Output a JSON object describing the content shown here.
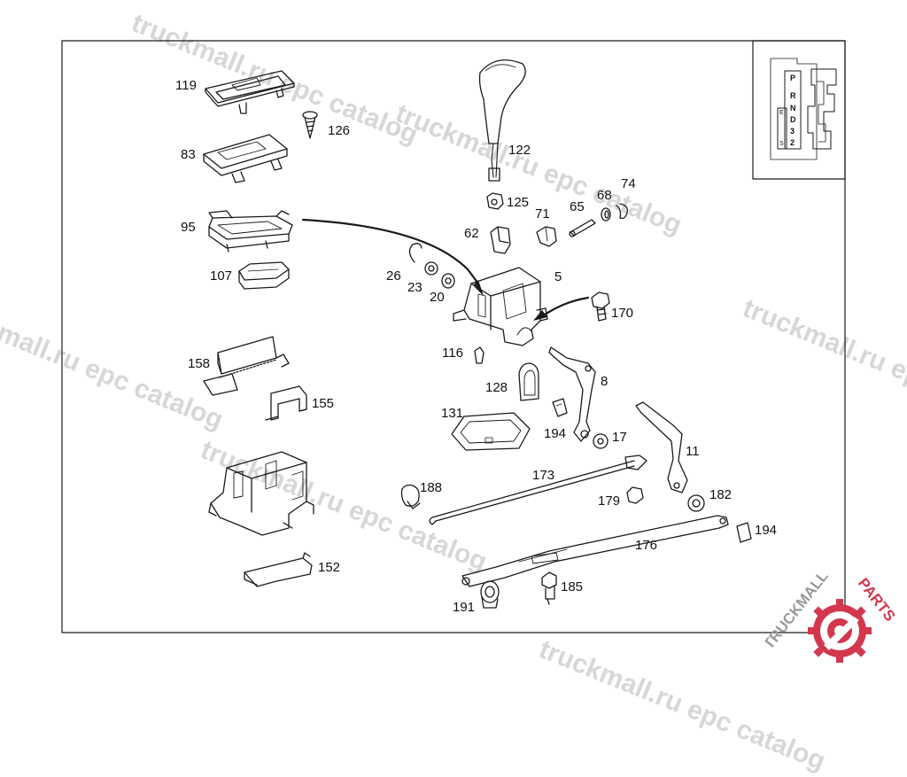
{
  "watermark": {
    "text": "truckmall.ru epc catalog"
  },
  "colors": {
    "line": "#1a1a1a",
    "watermark": "#d7d7d7",
    "logo": "#d3374e",
    "logo_text_gray": "#9a9a9a"
  },
  "part_numbers": {
    "p119": "119",
    "p126": "126",
    "p83": "83",
    "p95": "95",
    "p107": "107",
    "p158": "158",
    "p155": "155",
    "p152": "152",
    "p122": "122",
    "p125": "125",
    "p71": "71",
    "p65": "65",
    "p68": "68",
    "p74": "74",
    "p62": "62",
    "p26": "26",
    "p23": "23",
    "p20": "20",
    "p5": "5",
    "p170": "170",
    "p116": "116",
    "p128": "128",
    "p8": "8",
    "p131": "131",
    "p194a": "194",
    "p17": "17",
    "p11": "11",
    "p173": "173",
    "p188": "188",
    "p179": "179",
    "p182": "182",
    "p194b": "194",
    "p176": "176",
    "p185": "185",
    "p191": "191"
  },
  "gear_pattern": {
    "gears": [
      "P",
      "R",
      "N",
      "D",
      "3",
      "2"
    ],
    "side_letters": [
      "E",
      "S"
    ]
  },
  "logo": {
    "brand_dark": "TRUCKMALL",
    "brand_accent": "PARTS",
    "icon": "gear-wrench-icon"
  }
}
